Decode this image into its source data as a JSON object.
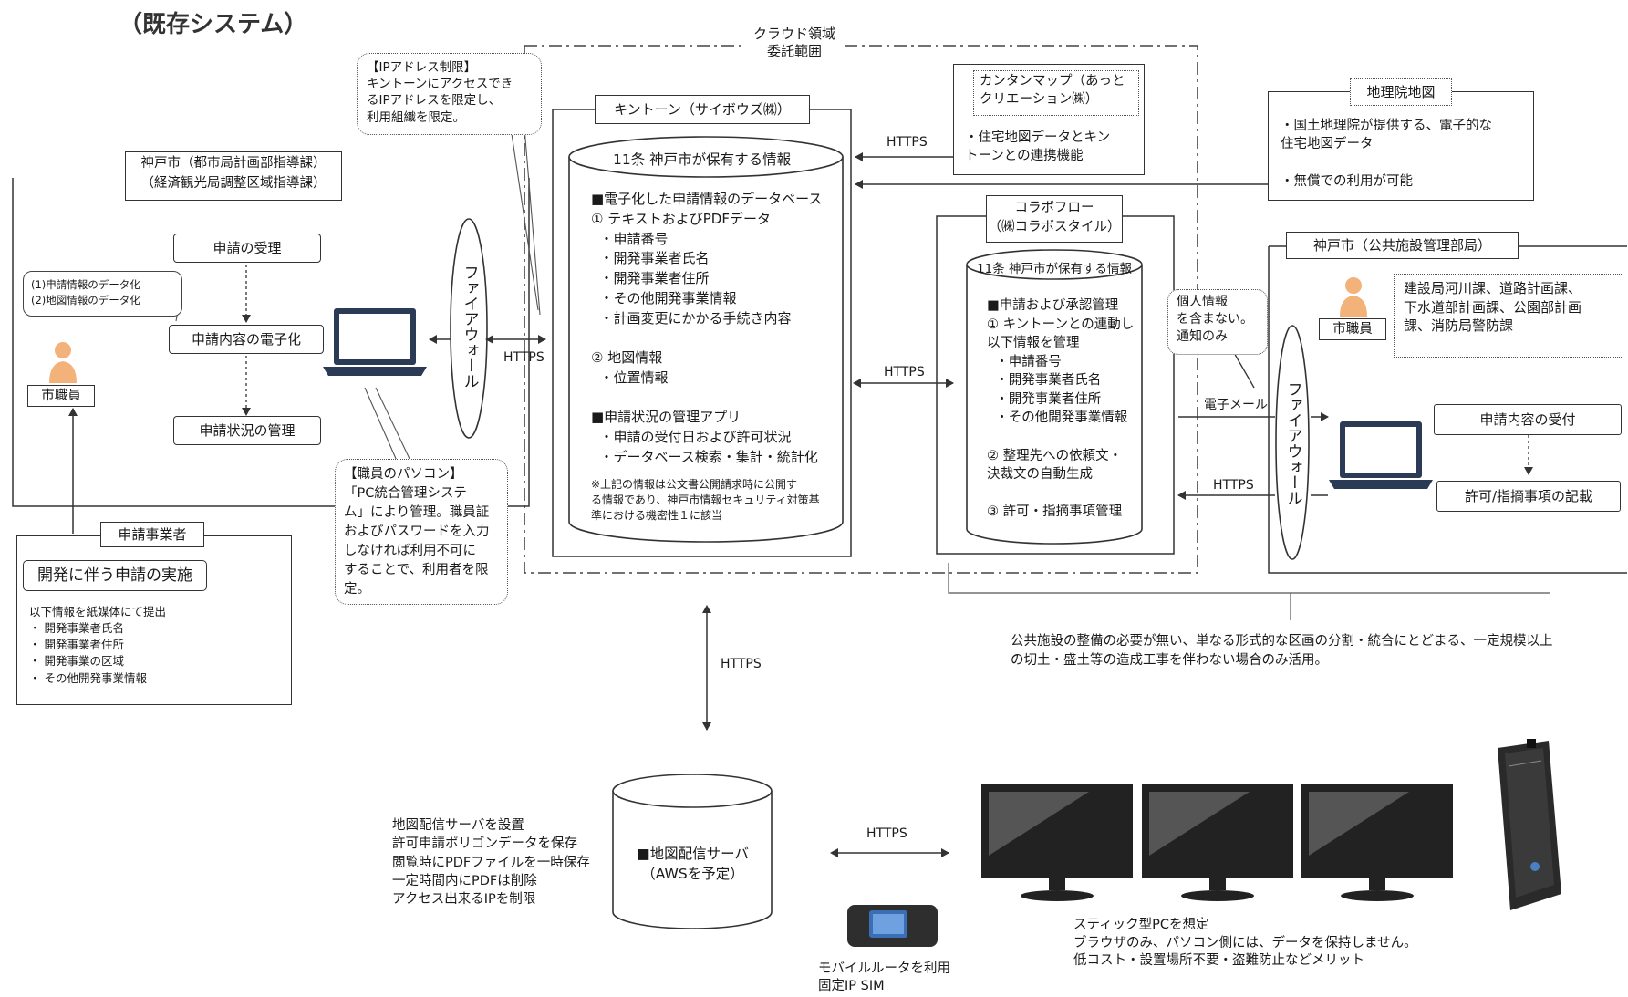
{
  "page_title": "（既存システム）",
  "cloud": {
    "label": "クラウド領域\n委託範囲"
  },
  "ip_restriction": {
    "text": "【IPアドレス制限】\nキントーンにアクセスでき\nるIPアドレスを限定し、\n利用組織を限定。"
  },
  "kintone": {
    "title": "キントーン（サイボウズ㈱）",
    "db_title": "11条 神戸市が保有する情報",
    "body": "■電子化した申請情報のデータベース\n① テキストおよびPDFデータ\n  ・申請番号\n  ・開発事業者氏名\n  ・開発事業者住所\n  ・その他開発事業情報\n  ・計画変更にかかる手続き内容\n\n② 地図情報\n  ・位置情報\n\n■申請状況の管理アプリ\n  ・申請の受付日および許可状況\n  ・データベース検索・集計・統計化",
    "note": "※上記の情報は公文書公開請求時に公開す\nる情報であり、神戸市情報セキュリティ対策基\n準における機密性１に該当"
  },
  "kantan": {
    "title": "カンタンマップ（あっと\nクリエーション㈱）",
    "body": "・住宅地図データとキン\nトーンとの連携機能"
  },
  "chiriin": {
    "title": "地理院地図",
    "body": "・国土地理院が提供する、電子的な\n住宅地図データ\n\n・無償での利用が可能"
  },
  "collabo": {
    "title": "コラボフロー\n（㈱コラボスタイル）",
    "db_title": "11条 神戸市が保有する情報",
    "body": "■申請および承認管理\n① キントーンとの連動し\n以下情報を管理\n  ・申請番号\n  ・開発事業者氏名\n  ・開発事業者住所\n  ・その他開発事業情報\n\n② 整理先への依頼文・\n決裁文の自動生成\n\n③ 許可・指摘事項管理"
  },
  "kobe_city": {
    "title": "神戸市（都市局計画部指導課）\n（経済観光局調整区域指導課）",
    "receive": "申請の受理",
    "digitize": "申請内容の電子化",
    "manage": "申請状況の管理",
    "digitize_note": "(1)申請情報のデータ化\n(2)地図情報のデータ化",
    "staff": "市職員",
    "firewall": "ファイアウォール"
  },
  "staff_pc": {
    "text": "【職員のパソコン】\n「PC統合管理システ\nム」により管理。職員証\nおよびパスワードを入力\nしなければ利用不可に\nすることで、利用者を限\n定。"
  },
  "developer": {
    "title": "申請事業者",
    "action": "開発に伴う申請の実施",
    "body": "以下情報を紙媒体にて提出\n・ 開発事業者氏名\n・ 開発事業者住所\n・ 開発事業の区域\n・ その他開発事業情報"
  },
  "public_facilities": {
    "title": "神戸市（公共施設管理部局）",
    "depts": "建設局河川課、道路計画課、\n下水道部計画課、公園部計画\n課、消防局警防課",
    "staff": "市職員",
    "receive": "申請内容の受付",
    "record": "許可/指摘事項の記載",
    "firewall": "ファイアウォール"
  },
  "personal_info": {
    "text": "個人情報\nを含まない。\n通知のみ"
  },
  "protocols": {
    "https": "HTTPS",
    "email": "電子メール"
  },
  "usage_note": "公共施設の整備の必要が無い、単なる形式的な区画の分割・統合にとどまる、一定規模以上\nの切土・盛土等の造成工事を伴わない場合のみ活用。",
  "map_server": {
    "label": "■地図配信サーバ\n（AWSを予定）",
    "desc": "地図配信サーバを設置\n許可申請ポリゴンデータを保存\n閲覧時にPDFファイルを一時保存\n一定時間内にPDFは削除\nアクセス出来るIPを制限"
  },
  "mobile_router": {
    "text": "モバイルルータを利用\n固定IP SIM"
  },
  "stick_pc": {
    "text": "スティック型PCを想定\nブラウザのみ、パソコン側には、データを保持しません。\n低コスト・設置場所不要・盗難防止などメリット"
  },
  "colors": {
    "accent": "#f3b27a",
    "navy": "#2b3a55",
    "line": "#333333"
  }
}
